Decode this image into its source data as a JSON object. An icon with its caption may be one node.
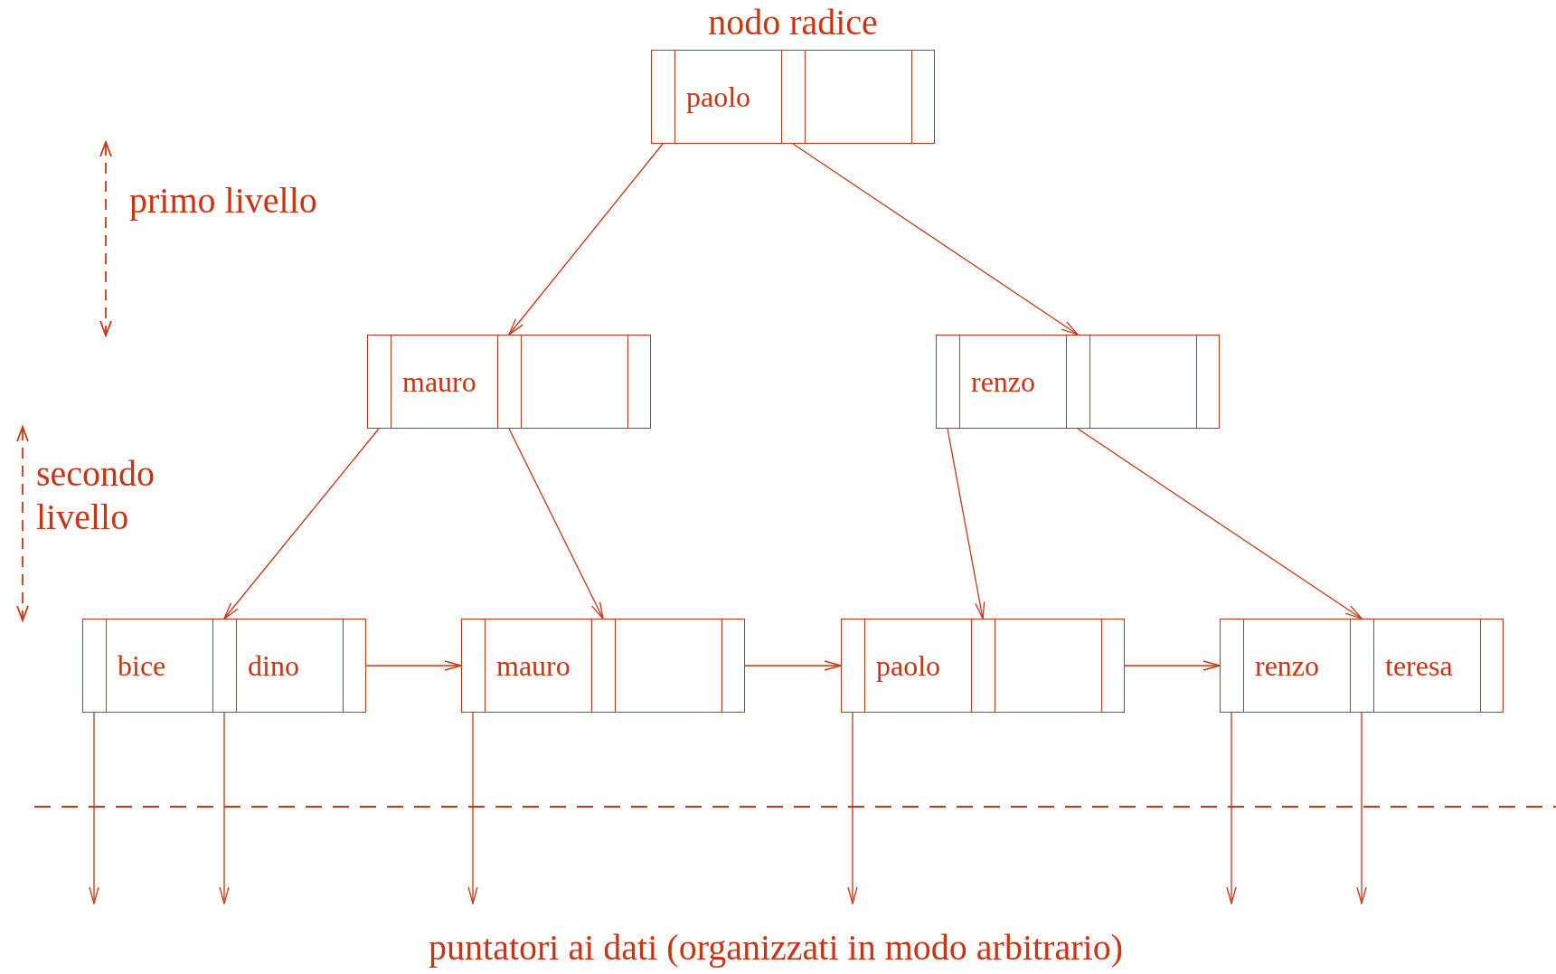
{
  "diagram": {
    "nodes": [
      {
        "text": [
          "paolo"
        ],
        "beside": [
          "nodo radice"
        ]
      },
      {
        "text": [
          "mauro"
        ]
      },
      {
        "text": [
          "renzo"
        ]
      },
      {
        "text": [
          "bice",
          "dino"
        ]
      },
      {
        "text": [
          "mauro"
        ]
      },
      {
        "text": [
          "paolo"
        ]
      },
      {
        "text": [
          "renzo",
          "teresa"
        ]
      }
    ],
    "edges": [
      {
        "from": 0,
        "to": 1,
        "arrow": "to"
      },
      {
        "from": 0,
        "to": 2,
        "arrow": "to"
      },
      {
        "from": 1,
        "to": 3,
        "arrow": "to"
      },
      {
        "from": 1,
        "to": 4,
        "arrow": "to"
      },
      {
        "from": 2,
        "to": 5,
        "arrow": "to"
      },
      {
        "from": 2,
        "to": 6,
        "arrow": "to"
      },
      {
        "from": 3,
        "to": 4,
        "arrow": "to"
      },
      {
        "from": 4,
        "to": 5,
        "arrow": "to"
      },
      {
        "from": 5,
        "to": 6,
        "arrow": "to"
      },
      {
        "from": 3,
        "to": null,
        "arrow": "to"
      },
      {
        "from": 3,
        "to": null,
        "arrow": "to"
      },
      {
        "from": 4,
        "to": null,
        "arrow": "to"
      },
      {
        "from": 5,
        "to": null,
        "arrow": "to"
      },
      {
        "from": 6,
        "to": null,
        "arrow": "to"
      },
      {
        "from": 6,
        "to": null,
        "arrow": "to"
      }
    ],
    "labels": [
      "primo livello",
      "secondo livello",
      "puntatori ai dati (organizzati in modo arbitrario)"
    ]
  }
}
